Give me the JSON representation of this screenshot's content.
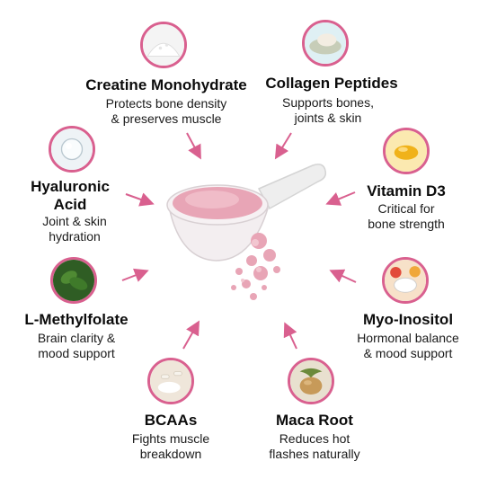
{
  "accent_color": "#d9608f",
  "ingredients": [
    {
      "icon": "powder-pile-icon",
      "title": "Creatine Monohydrate",
      "desc": [
        "Protects bone density",
        "& preserves muscle"
      ]
    },
    {
      "icon": "fish-skin-icon",
      "title": "Collagen Peptides",
      "desc": [
        "Supports bones,",
        "joints & skin"
      ]
    },
    {
      "icon": "serum-drop-icon",
      "title": "Hyaluronic",
      "title2": "Acid",
      "desc": [
        "Joint & skin",
        "hydration"
      ]
    },
    {
      "icon": "softgel-capsule-icon",
      "title": "Vitamin D3",
      "desc": [
        "Critical for",
        "bone strength"
      ]
    },
    {
      "icon": "spinach-leaves-icon",
      "title": "L-Methylfolate",
      "desc": [
        "Brain clarity &",
        "mood support"
      ]
    },
    {
      "icon": "fruit-bowl-icon",
      "title": "Myo-Inositol",
      "desc": [
        "Hormonal balance",
        "& mood support"
      ]
    },
    {
      "icon": "supplement-powder-icon",
      "title": "BCAAs",
      "desc": [
        "Fights muscle",
        "breakdown"
      ]
    },
    {
      "icon": "maca-root-icon",
      "title": "Maca Root",
      "desc": [
        "Reduces hot",
        "flashes naturally"
      ]
    }
  ]
}
